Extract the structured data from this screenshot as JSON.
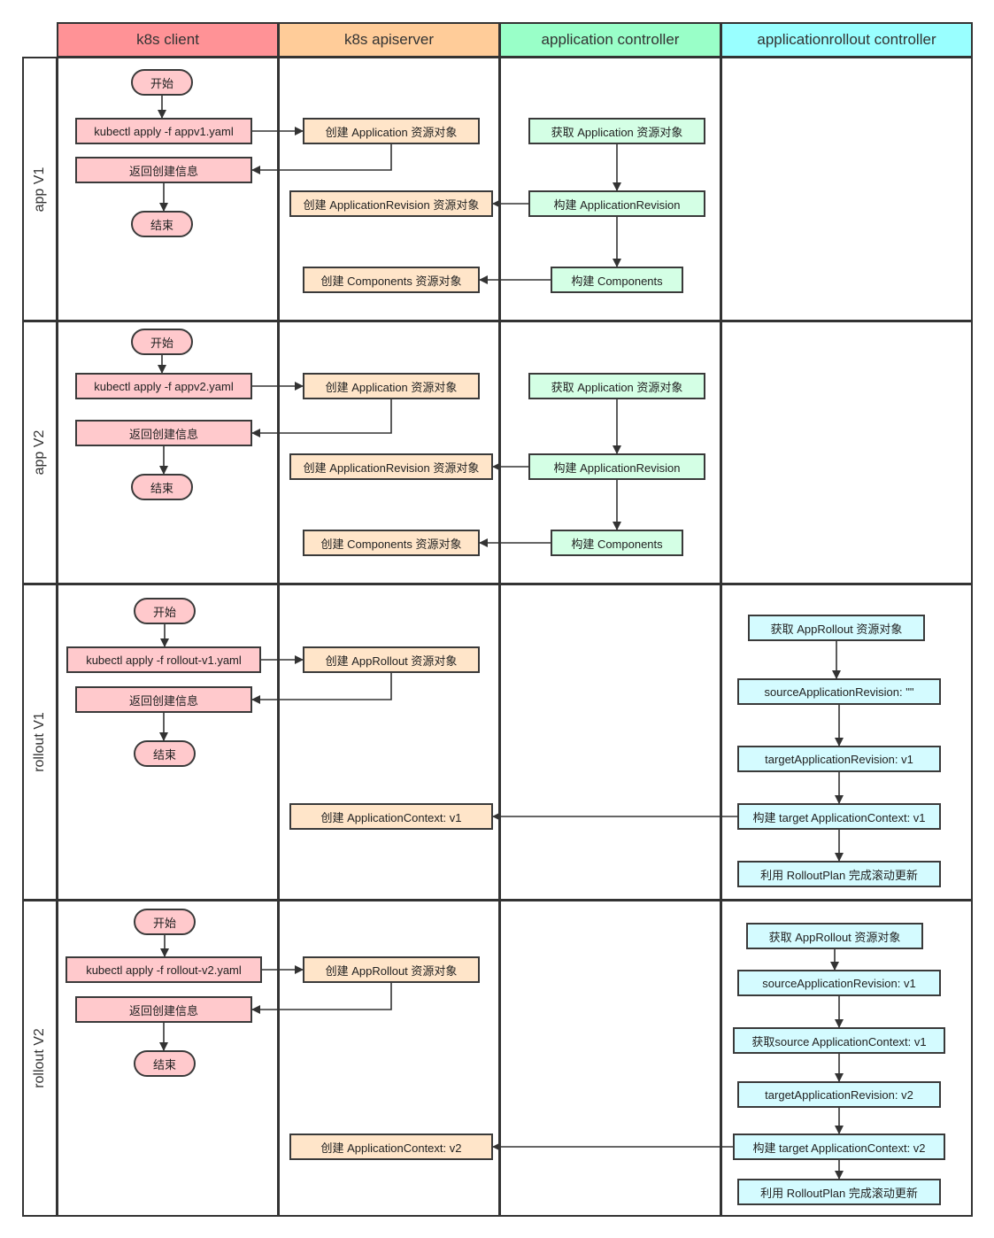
{
  "lanes": [
    {
      "id": "client",
      "label": "k8s client",
      "color": "#ff9296"
    },
    {
      "id": "apiserver",
      "label": "k8s apiserver",
      "color": "#ffcc99"
    },
    {
      "id": "appctrl",
      "label": "application controller",
      "color": "#99ffc8"
    },
    {
      "id": "rolloutctrl",
      "label": "applicationrollout controller",
      "color": "#99ffff"
    }
  ],
  "rows": [
    {
      "id": "appv1",
      "label": "app V1"
    },
    {
      "id": "appv2",
      "label": "app V2"
    },
    {
      "id": "rolloutv1",
      "label": "rollout V1"
    },
    {
      "id": "rolloutv2",
      "label": "rollout V2"
    }
  ],
  "nodes": [
    {
      "id": "a1_start",
      "label": "开始",
      "shape": "terminal",
      "lane": "client"
    },
    {
      "id": "a1_apply",
      "label": "kubectl apply -f appv1.yaml",
      "shape": "process",
      "lane": "client"
    },
    {
      "id": "a1_return",
      "label": "返回创建信息",
      "shape": "process",
      "lane": "client"
    },
    {
      "id": "a1_end",
      "label": "结束",
      "shape": "terminal",
      "lane": "client"
    },
    {
      "id": "a1_create_app",
      "label": "创建 Application 资源对象",
      "shape": "process",
      "lane": "apiserver"
    },
    {
      "id": "a1_create_rev",
      "label": "创建 ApplicationRevision 资源对象",
      "shape": "process",
      "lane": "apiserver"
    },
    {
      "id": "a1_create_comp",
      "label": "创建 Components 资源对象",
      "shape": "process",
      "lane": "apiserver"
    },
    {
      "id": "a1_get_app",
      "label": "获取 Application 资源对象",
      "shape": "process",
      "lane": "appctrl"
    },
    {
      "id": "a1_build_rev",
      "label": "构建 ApplicationRevision",
      "shape": "process",
      "lane": "appctrl"
    },
    {
      "id": "a1_build_comp",
      "label": "构建 Components",
      "shape": "process",
      "lane": "appctrl"
    },
    {
      "id": "a2_start",
      "label": "开始",
      "shape": "terminal",
      "lane": "client"
    },
    {
      "id": "a2_apply",
      "label": "kubectl apply -f appv2.yaml",
      "shape": "process",
      "lane": "client"
    },
    {
      "id": "a2_return",
      "label": "返回创建信息",
      "shape": "process",
      "lane": "client"
    },
    {
      "id": "a2_end",
      "label": "结束",
      "shape": "terminal",
      "lane": "client"
    },
    {
      "id": "a2_create_app",
      "label": "创建 Application 资源对象",
      "shape": "process",
      "lane": "apiserver"
    },
    {
      "id": "a2_create_rev",
      "label": "创建 ApplicationRevision 资源对象",
      "shape": "process",
      "lane": "apiserver"
    },
    {
      "id": "a2_create_comp",
      "label": "创建 Components 资源对象",
      "shape": "process",
      "lane": "apiserver"
    },
    {
      "id": "a2_get_app",
      "label": "获取 Application 资源对象",
      "shape": "process",
      "lane": "appctrl"
    },
    {
      "id": "a2_build_rev",
      "label": "构建 ApplicationRevision",
      "shape": "process",
      "lane": "appctrl"
    },
    {
      "id": "a2_build_comp",
      "label": "构建 Components",
      "shape": "process",
      "lane": "appctrl"
    },
    {
      "id": "r1_start",
      "label": "开始",
      "shape": "terminal",
      "lane": "client"
    },
    {
      "id": "r1_apply",
      "label": "kubectl apply -f rollout-v1.yaml",
      "shape": "process",
      "lane": "client"
    },
    {
      "id": "r1_return",
      "label": "返回创建信息",
      "shape": "process",
      "lane": "client"
    },
    {
      "id": "r1_end",
      "label": "结束",
      "shape": "terminal",
      "lane": "client"
    },
    {
      "id": "r1_create_ro",
      "label": "创建 AppRollout 资源对象",
      "shape": "process",
      "lane": "apiserver"
    },
    {
      "id": "r1_create_ctx",
      "label": "创建 ApplicationContext: v1",
      "shape": "process",
      "lane": "apiserver"
    },
    {
      "id": "r1_get_ro",
      "label": "获取 AppRollout 资源对象",
      "shape": "process",
      "lane": "rolloutctrl"
    },
    {
      "id": "r1_source",
      "label": "sourceApplicationRevision: \"\"",
      "shape": "process",
      "lane": "rolloutctrl"
    },
    {
      "id": "r1_target",
      "label": "targetApplicationRevision: v1",
      "shape": "process",
      "lane": "rolloutctrl"
    },
    {
      "id": "r1_build_ctx",
      "label": "构建 target ApplicationContext: v1",
      "shape": "process",
      "lane": "rolloutctrl"
    },
    {
      "id": "r1_plan",
      "label": "利用 RolloutPlan 完成滚动更新",
      "shape": "process",
      "lane": "rolloutctrl"
    },
    {
      "id": "r2_start",
      "label": "开始",
      "shape": "terminal",
      "lane": "client"
    },
    {
      "id": "r2_apply",
      "label": "kubectl apply -f rollout-v2.yaml",
      "shape": "process",
      "lane": "client"
    },
    {
      "id": "r2_return",
      "label": "返回创建信息",
      "shape": "process",
      "lane": "client"
    },
    {
      "id": "r2_end",
      "label": "结束",
      "shape": "terminal",
      "lane": "client"
    },
    {
      "id": "r2_create_ro",
      "label": "创建 AppRollout 资源对象",
      "shape": "process",
      "lane": "apiserver"
    },
    {
      "id": "r2_create_ctx",
      "label": "创建 ApplicationContext: v2",
      "shape": "process",
      "lane": "apiserver"
    },
    {
      "id": "r2_get_ro",
      "label": "获取 AppRollout 资源对象",
      "shape": "process",
      "lane": "rolloutctrl"
    },
    {
      "id": "r2_source",
      "label": "sourceApplicationRevision: v1",
      "shape": "process",
      "lane": "rolloutctrl"
    },
    {
      "id": "r2_get_src_ctx",
      "label": "获取source ApplicationContext: v1",
      "shape": "process",
      "lane": "rolloutctrl"
    },
    {
      "id": "r2_target",
      "label": "targetApplicationRevision: v2",
      "shape": "process",
      "lane": "rolloutctrl"
    },
    {
      "id": "r2_build_ctx",
      "label": "构建 target ApplicationContext: v2",
      "shape": "process",
      "lane": "rolloutctrl"
    },
    {
      "id": "r2_plan",
      "label": "利用 RolloutPlan 完成滚动更新",
      "shape": "process",
      "lane": "rolloutctrl"
    }
  ],
  "edges": [
    {
      "from": "a1_start",
      "to": "a1_apply"
    },
    {
      "from": "a1_apply",
      "to": "a1_create_app"
    },
    {
      "from": "a1_create_app",
      "to": "a1_return"
    },
    {
      "from": "a1_return",
      "to": "a1_end"
    },
    {
      "from": "a1_get_app",
      "to": "a1_build_rev"
    },
    {
      "from": "a1_build_rev",
      "to": "a1_create_rev"
    },
    {
      "from": "a1_build_rev",
      "to": "a1_build_comp"
    },
    {
      "from": "a1_build_comp",
      "to": "a1_create_comp"
    },
    {
      "from": "a2_start",
      "to": "a2_apply"
    },
    {
      "from": "a2_apply",
      "to": "a2_create_app"
    },
    {
      "from": "a2_create_app",
      "to": "a2_return"
    },
    {
      "from": "a2_return",
      "to": "a2_end"
    },
    {
      "from": "a2_get_app",
      "to": "a2_build_rev"
    },
    {
      "from": "a2_build_rev",
      "to": "a2_create_rev"
    },
    {
      "from": "a2_build_rev",
      "to": "a2_build_comp"
    },
    {
      "from": "a2_build_comp",
      "to": "a2_create_comp"
    },
    {
      "from": "r1_start",
      "to": "r1_apply"
    },
    {
      "from": "r1_apply",
      "to": "r1_create_ro"
    },
    {
      "from": "r1_create_ro",
      "to": "r1_return"
    },
    {
      "from": "r1_return",
      "to": "r1_end"
    },
    {
      "from": "r1_get_ro",
      "to": "r1_source"
    },
    {
      "from": "r1_source",
      "to": "r1_target"
    },
    {
      "from": "r1_target",
      "to": "r1_build_ctx"
    },
    {
      "from": "r1_build_ctx",
      "to": "r1_create_ctx"
    },
    {
      "from": "r1_build_ctx",
      "to": "r1_plan"
    },
    {
      "from": "r2_start",
      "to": "r2_apply"
    },
    {
      "from": "r2_apply",
      "to": "r2_create_ro"
    },
    {
      "from": "r2_create_ro",
      "to": "r2_return"
    },
    {
      "from": "r2_return",
      "to": "r2_end"
    },
    {
      "from": "r2_get_ro",
      "to": "r2_source"
    },
    {
      "from": "r2_source",
      "to": "r2_get_src_ctx"
    },
    {
      "from": "r2_get_src_ctx",
      "to": "r2_target"
    },
    {
      "from": "r2_target",
      "to": "r2_build_ctx"
    },
    {
      "from": "r2_build_ctx",
      "to": "r2_create_ctx"
    },
    {
      "from": "r2_build_ctx",
      "to": "r2_plan"
    }
  ]
}
